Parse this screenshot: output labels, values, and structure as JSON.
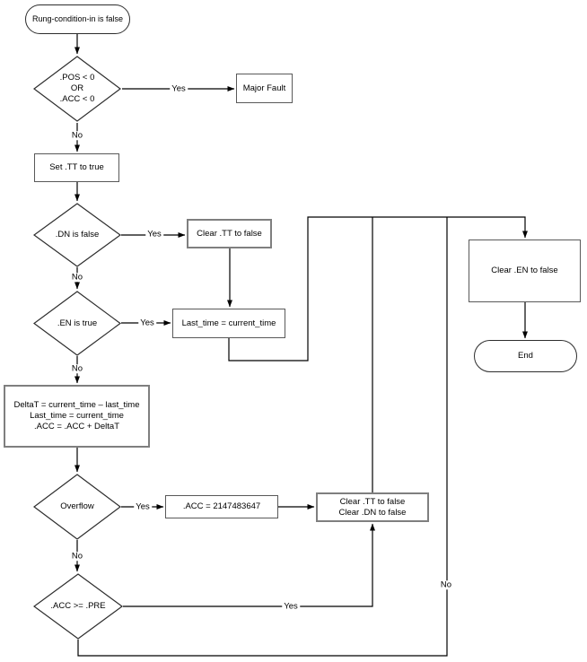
{
  "diagram_type": "flowchart",
  "nodes": {
    "start": {
      "label": "Rung-condition-in is false"
    },
    "check_negative": {
      "lines": [
        ".POS < 0",
        "OR",
        ".ACC < 0"
      ]
    },
    "major_fault": {
      "label": "Major Fault"
    },
    "set_tt": {
      "label": "Set .TT to true"
    },
    "check_dn": {
      "label": ".DN is false"
    },
    "clear_tt": {
      "label": "Clear .TT to false"
    },
    "check_en": {
      "label": ".EN is true"
    },
    "last_time": {
      "label": "Last_time = current_time"
    },
    "compute": {
      "lines": [
        "DeltaT = current_time – last_time",
        "Last_time = current_time",
        ".ACC = .ACC + DeltaT"
      ]
    },
    "check_overflow": {
      "label": "Overflow"
    },
    "acc_max": {
      "label": ".ACC = 2147483647"
    },
    "clear_tt_dn": {
      "lines": [
        "Clear .TT to false",
        "Clear .DN to false"
      ]
    },
    "check_pre": {
      "label": ".ACC >= .PRE"
    },
    "clear_en": {
      "label": "Clear .EN to false"
    },
    "end": {
      "label": "End"
    }
  },
  "edges": [
    {
      "from": "start",
      "to": "check_negative",
      "label": ""
    },
    {
      "from": "check_negative",
      "to": "major_fault",
      "label": "Yes"
    },
    {
      "from": "check_negative",
      "to": "set_tt",
      "label": "No"
    },
    {
      "from": "set_tt",
      "to": "check_dn",
      "label": ""
    },
    {
      "from": "check_dn",
      "to": "clear_tt",
      "label": "Yes"
    },
    {
      "from": "check_dn",
      "to": "check_en",
      "label": "No"
    },
    {
      "from": "check_en",
      "to": "last_time",
      "label": "Yes"
    },
    {
      "from": "clear_tt",
      "to": "last_time",
      "label": ""
    },
    {
      "from": "check_en",
      "to": "compute",
      "label": "No"
    },
    {
      "from": "last_time",
      "to": "clear_en",
      "label": ""
    },
    {
      "from": "compute",
      "to": "check_overflow",
      "label": ""
    },
    {
      "from": "check_overflow",
      "to": "acc_max",
      "label": "Yes"
    },
    {
      "from": "acc_max",
      "to": "clear_tt_dn",
      "label": ""
    },
    {
      "from": "check_overflow",
      "to": "check_pre",
      "label": "No"
    },
    {
      "from": "check_pre",
      "to": "clear_tt_dn",
      "label": "Yes"
    },
    {
      "from": "clear_tt_dn",
      "to": "clear_en",
      "label": ""
    },
    {
      "from": "check_pre",
      "to": "clear_en",
      "label": "No"
    },
    {
      "from": "clear_en",
      "to": "end",
      "label": ""
    }
  ],
  "colors": {
    "line": "#000000",
    "box_border": "#595959",
    "box_border_gray": "#7f7f7f",
    "shape_fill": "#ffffff",
    "text": "#000000"
  }
}
